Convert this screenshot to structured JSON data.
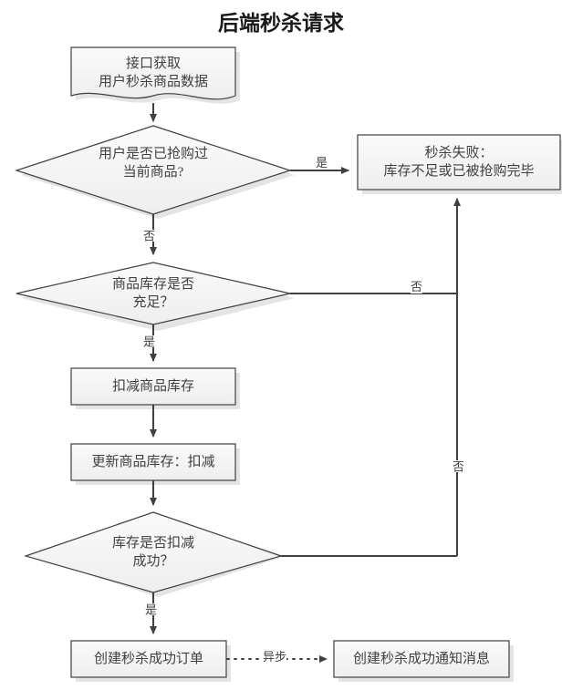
{
  "diagram": {
    "title": "后端秒杀请求",
    "colors": {
      "shape_fill": "#f3f3f3",
      "shape_stroke": "#404040",
      "text": "#404040",
      "line": "#404040",
      "shadow": "#e2e2e2",
      "background": "#ffffff"
    },
    "nodes": [
      {
        "id": "input-data",
        "shape": "document",
        "lines": [
          "接口获取",
          "用户秒杀商品数据"
        ]
      },
      {
        "id": "already-bought-decision",
        "shape": "diamond",
        "lines": [
          "用户是否已抢购过",
          "当前商品?"
        ]
      },
      {
        "id": "seckill-failed",
        "shape": "rect",
        "lines": [
          "秒杀失败：",
          "库存不足或已被抢购完毕"
        ]
      },
      {
        "id": "stock-enough-decision",
        "shape": "diamond",
        "lines": [
          "商品库存是否",
          "充足？"
        ]
      },
      {
        "id": "deduct-stock",
        "shape": "rect",
        "lines": [
          "扣减商品库存"
        ]
      },
      {
        "id": "update-stock",
        "shape": "rect",
        "lines": [
          "更新商品库存：扣减"
        ]
      },
      {
        "id": "deduct-success-decision",
        "shape": "diamond",
        "lines": [
          "库存是否扣减",
          "成功？"
        ]
      },
      {
        "id": "create-order",
        "shape": "rect",
        "lines": [
          "创建秒杀成功订单"
        ]
      },
      {
        "id": "create-notify-message",
        "shape": "rect",
        "lines": [
          "创建秒杀成功通知消息"
        ]
      }
    ],
    "edge_labels": {
      "already_bought_yes": "是",
      "already_bought_no": "否",
      "stock_enough_no": "否",
      "stock_enough_yes": "是",
      "deduct_success_no": "否",
      "deduct_success_yes": "是",
      "async": "异步"
    }
  }
}
